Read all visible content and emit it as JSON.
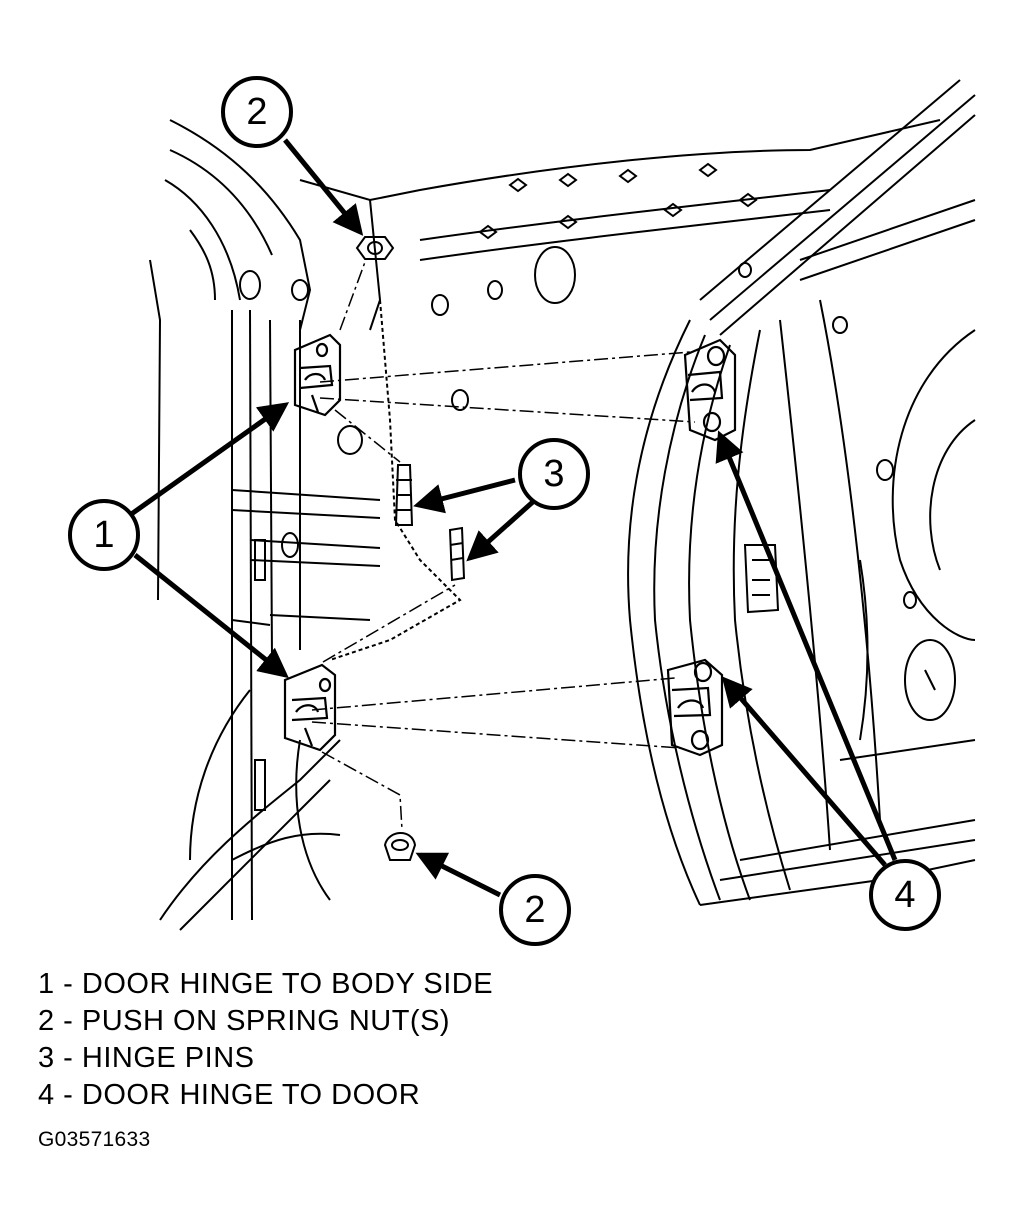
{
  "callouts": {
    "c1": "1",
    "c2_top": "2",
    "c2_bottom": "2",
    "c3": "3",
    "c4": "4"
  },
  "legend": [
    {
      "number": "1",
      "text": "1 - DOOR HINGE TO BODY SIDE"
    },
    {
      "number": "2",
      "text": "2 - PUSH ON SPRING NUT(S)"
    },
    {
      "number": "3",
      "text": "3 - HINGE PINS"
    },
    {
      "number": "4",
      "text": "4 - DOOR HINGE TO DOOR"
    }
  ],
  "figure_id": "G03571633",
  "colors": {
    "ink": "#000000",
    "paper": "#ffffff"
  }
}
